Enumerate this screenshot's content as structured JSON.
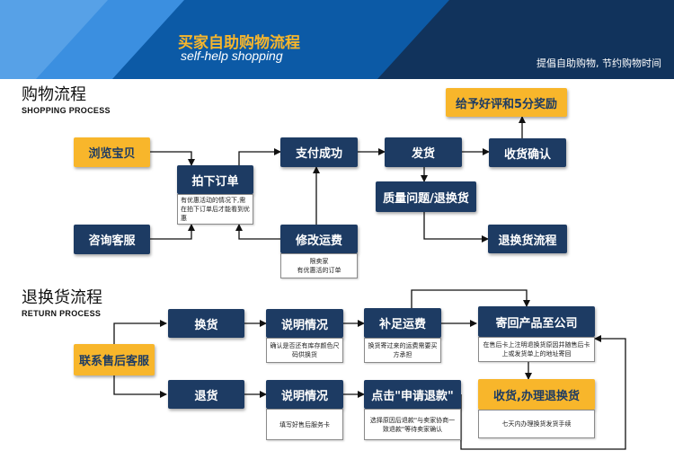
{
  "banner": {
    "title": "买家自助购物流程",
    "subtitle": "self-help shopping",
    "slogan": "提倡自助购物, 节约购物时间",
    "colors": {
      "dark": "#11335c",
      "mid": "#0c5aa6",
      "light": "#3b8fe0"
    }
  },
  "shopping": {
    "title": "购物流程",
    "subtitle": "SHOPPING PROCESS",
    "steps": {
      "browse": "浏览宝贝",
      "consult": "咨询客服",
      "order": "拍下订单",
      "order_note": "有优惠活动的情况下,需在拍下订单后才能看到优惠",
      "modify": "修改运费",
      "modify_note_1": "限卖家",
      "modify_note_2": "有优惠活的订单",
      "pay": "支付成功",
      "ship": "发货",
      "quality": "质量问题/退换货",
      "receive": "收货确认",
      "review": "给予好评和5分奖励",
      "return_flow": "退换货流程"
    }
  },
  "returns": {
    "title": "退换货流程",
    "subtitle": "RETURN PROCESS",
    "contact": "联系售后客服",
    "exchange": {
      "label": "换货",
      "explain": "说明情况",
      "explain_note": "确认是否还有库存颜色尺码供换货",
      "supplement": "补足运费",
      "supplement_note": "换货寄过来的运费需要买方承担",
      "send_back": "寄回产品至公司",
      "send_back_note": "在售后卡上注明退换货原因并随售后卡上或发货单上的地址寄回"
    },
    "refund": {
      "label": "退货",
      "explain": "说明情况",
      "explain_note": "填写好售后服务卡",
      "click_refund": "点击\"申请退款\"",
      "click_refund_note": "选择原因后退款\"与卖家协商一致退款\"等待卖家确认",
      "receive": "收货,办理退换货",
      "receive_note": "七天内办理换货发货手续"
    }
  },
  "colors": {
    "blue": "#1d3b63",
    "gold": "#f8b62b"
  }
}
